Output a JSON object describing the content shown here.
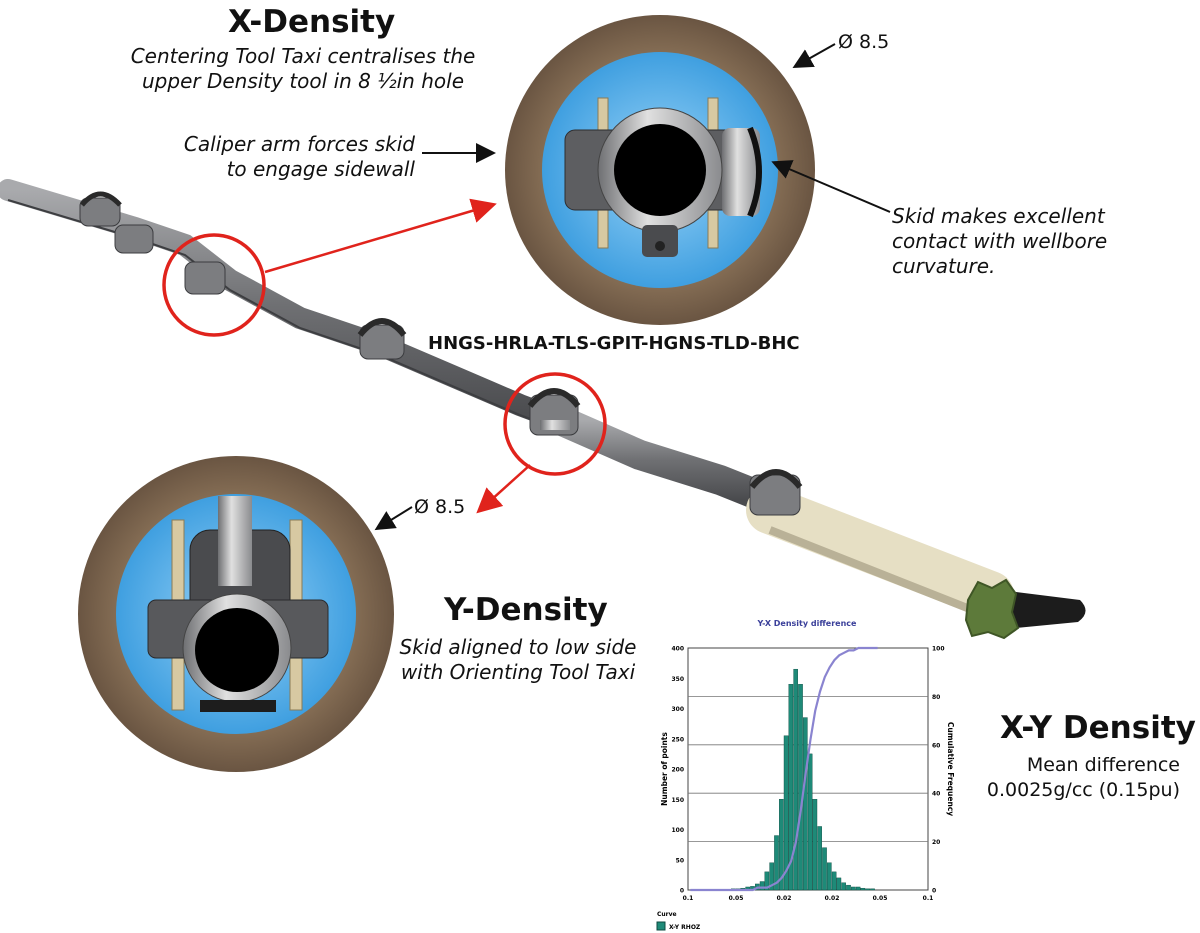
{
  "x_density": {
    "title": "X-Density",
    "caption_line1": "Centering Tool Taxi centralises the",
    "caption_line2": "upper Density tool in 8 ½in hole",
    "diameter_label": "Ø 8.5"
  },
  "callouts": {
    "caliper_line1": "Caliper arm forces skid",
    "caliper_line2": "to engage sidewall",
    "skid_line1": "Skid makes excellent",
    "skid_line2": "contact with wellbore",
    "skid_line3": "curvature."
  },
  "toolstring_label": "HNGS-HRLA-TLS-GPIT-HGNS-TLD-BHC",
  "y_density": {
    "title": "Y-Density",
    "caption_line1": "Skid aligned to low side",
    "caption_line2": "with Orienting Tool Taxi",
    "diameter_label": "Ø 8.5"
  },
  "xy_density": {
    "title": "X-Y Density",
    "line1": "Mean difference",
    "line2": "0.0025g/cc (0.15pu)"
  },
  "colors": {
    "rock": "#7a6450",
    "borehole": "#5fb2ec",
    "red_marker": "#e0231c",
    "bar": "#1e8a78",
    "cdf_curve": "#8a84d0"
  },
  "chart_data": {
    "type": "bar",
    "title": "Y-X Density difference",
    "ylabel": "Number of points",
    "y2label": "Cumulative Frequency",
    "x_tick_labels": [
      "0.1",
      "0.05",
      "0.02",
      "0.02",
      "0.05",
      "0.1"
    ],
    "ylim": [
      0,
      400
    ],
    "y_ticks": [
      "0",
      "50",
      "100",
      "150",
      "200",
      "250",
      "300",
      "350",
      "400"
    ],
    "y2lim": [
      0,
      100
    ],
    "y2_ticks": [
      "0",
      "20",
      "40",
      "60",
      "80",
      "100"
    ],
    "xlim": [
      -0.1,
      0.1
    ],
    "bin_width": 0.004,
    "bin_start": -0.1,
    "values": [
      0,
      0,
      0,
      0,
      0,
      0,
      0,
      0,
      0,
      2,
      2,
      3,
      5,
      6,
      10,
      14,
      30,
      45,
      90,
      150,
      255,
      340,
      365,
      340,
      285,
      225,
      150,
      105,
      70,
      45,
      30,
      20,
      12,
      8,
      5,
      5,
      3,
      2,
      2,
      0
    ],
    "cumulative": [
      0,
      0,
      0,
      0,
      0,
      0,
      0,
      0,
      0,
      0,
      0,
      0,
      0,
      0,
      1,
      1,
      1,
      2,
      3,
      5,
      8,
      12,
      20,
      33,
      48,
      62,
      74,
      82,
      88,
      92,
      95,
      97,
      98,
      99,
      99,
      100,
      100,
      100,
      100,
      100
    ],
    "grid": true,
    "legend_title": "Curve",
    "legend_entry": "X-Y RHOZ"
  }
}
